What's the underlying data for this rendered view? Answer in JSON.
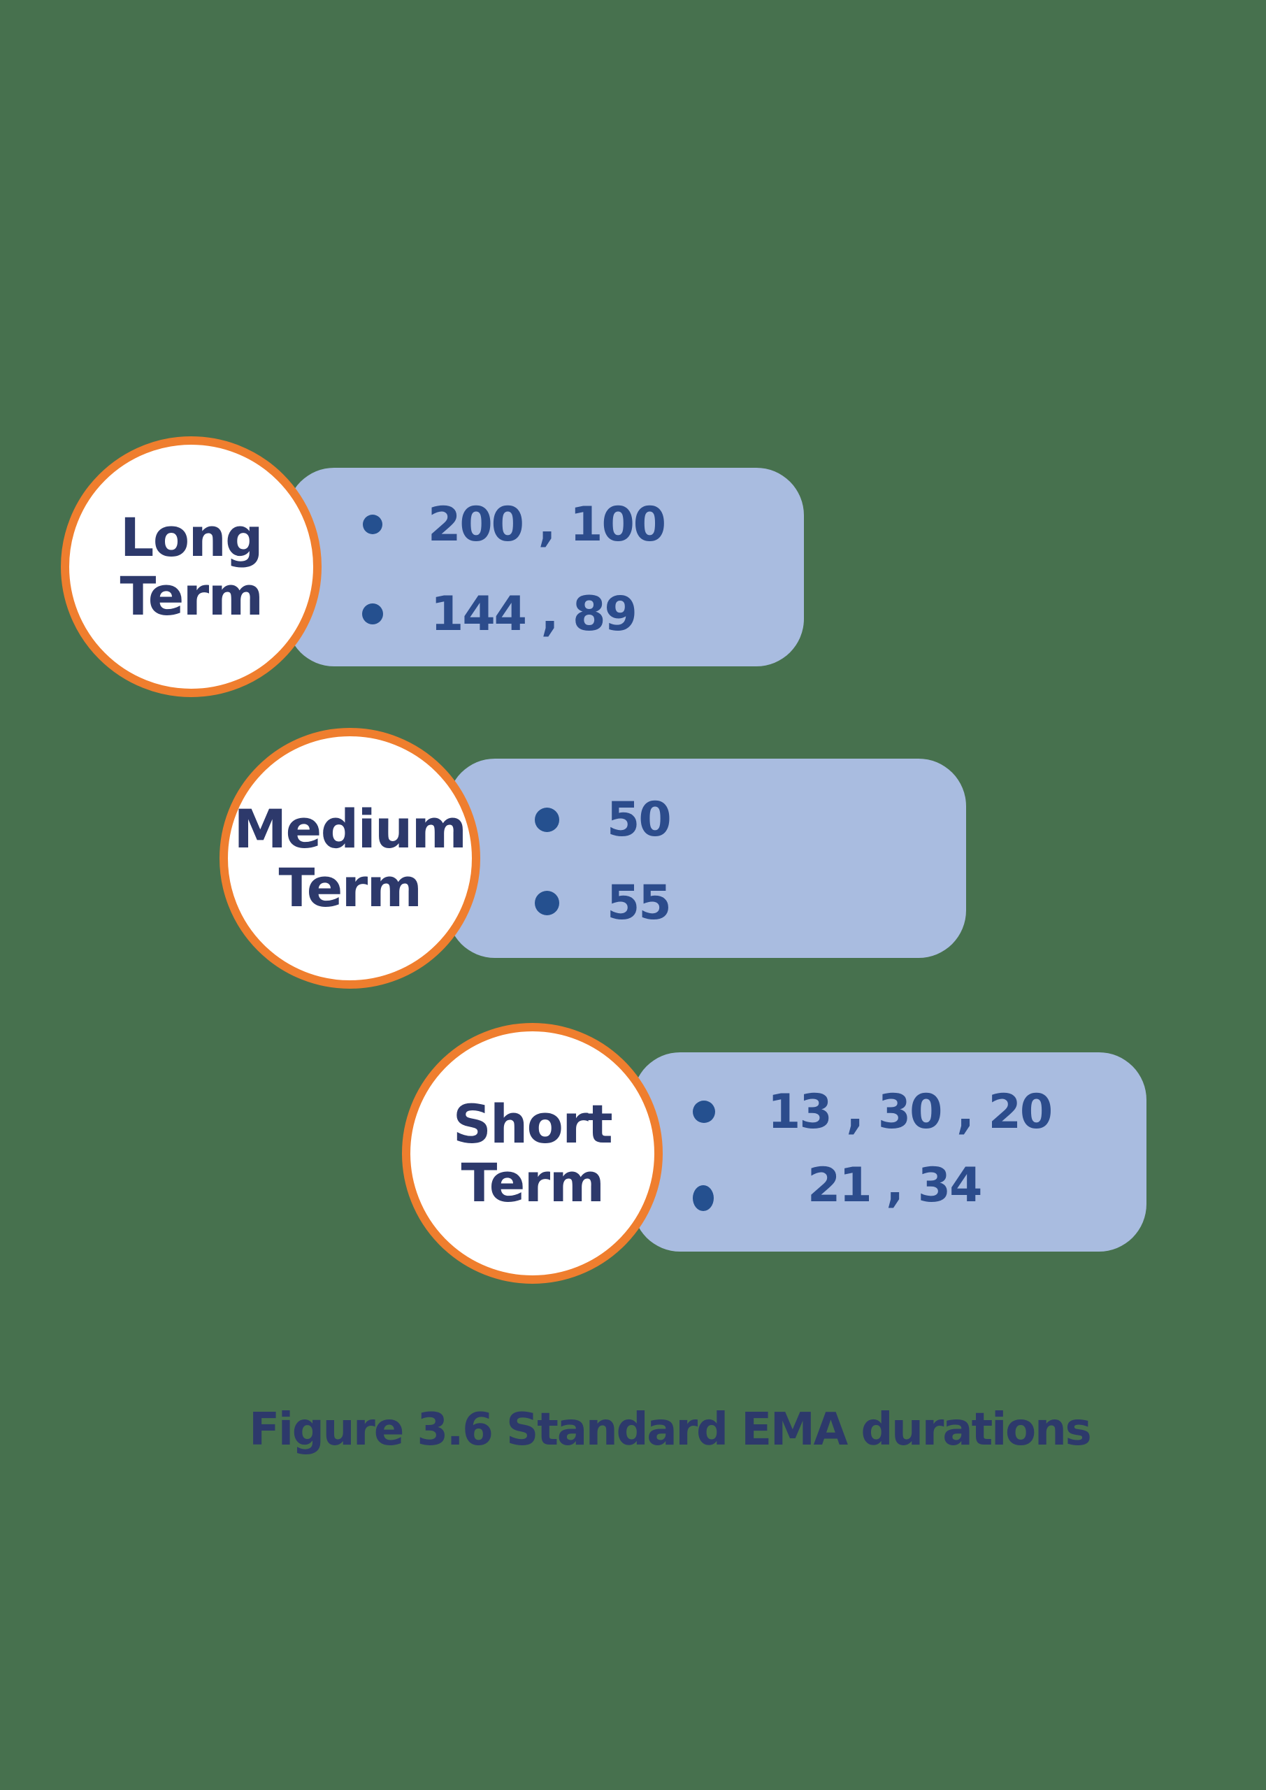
{
  "figure": {
    "caption": "Figure 3.6 Standard EMA durations"
  },
  "groups": [
    {
      "id": "long-term",
      "label_line1": "Long",
      "label_line2": "Term",
      "items": [
        {
          "text": "200 , 100"
        },
        {
          "text": "144 , 89"
        }
      ]
    },
    {
      "id": "medium-term",
      "label_line1": "Medium",
      "label_line2": "Term",
      "items": [
        {
          "text": "50"
        },
        {
          "text": "55"
        }
      ]
    },
    {
      "id": "short-term",
      "label_line1": "Short",
      "label_line2": "Term",
      "items": [
        {
          "text": "13 , 30 , 20"
        },
        {
          "text": "21 , 34"
        }
      ]
    }
  ],
  "colors": {
    "background": "#47714E",
    "pill": "#A9BCE0",
    "circle_ring": "#EF7E2E",
    "circle_fill": "#FFFFFF",
    "label_text": "#2D396B",
    "value_text": "#2C4C8C",
    "bullet": "#25508F",
    "caption_text": "#2D396B"
  }
}
